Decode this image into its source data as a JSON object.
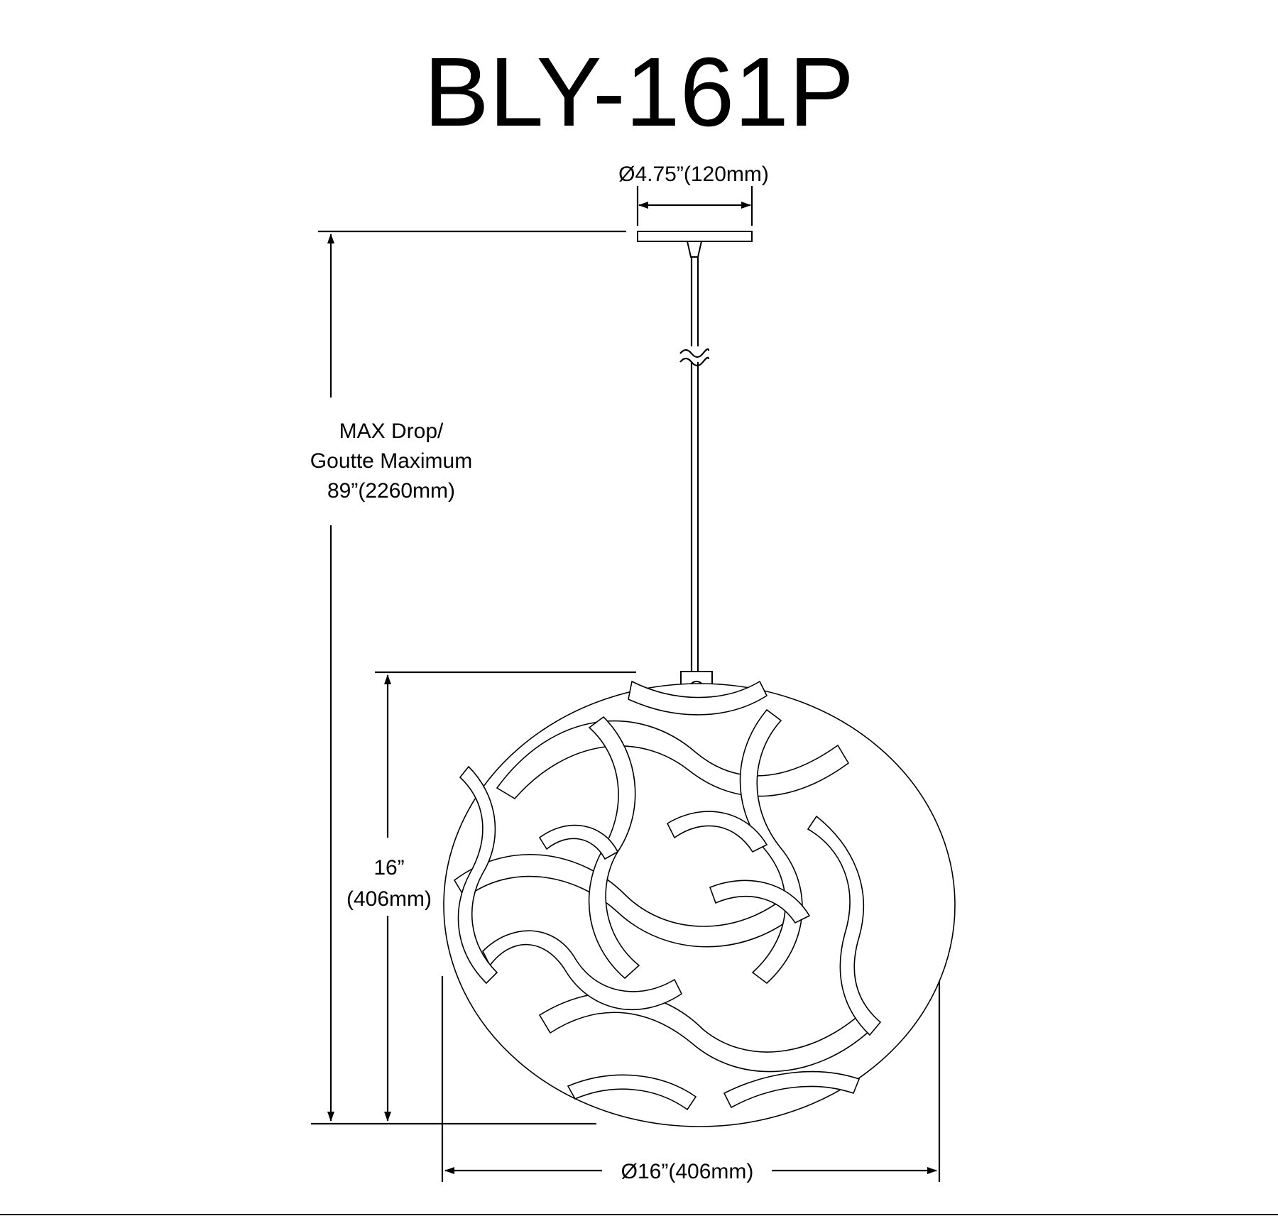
{
  "title": "BLY-161P",
  "dimensions": {
    "canopy_diameter": "Ø4.75”(120mm)",
    "max_drop_line1": "MAX Drop/",
    "max_drop_line2": "Goutte Maximum",
    "max_drop_line3": "89”(2260mm)",
    "height_line1": "16”",
    "height_line2": "(406mm)",
    "width_diameter": "Ø16”(406mm)"
  }
}
